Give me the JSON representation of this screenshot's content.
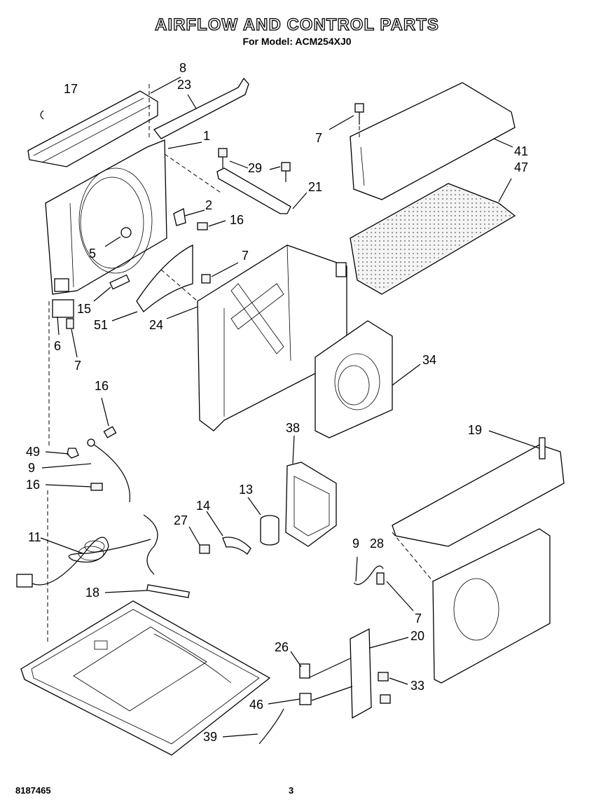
{
  "title": "AIRFLOW AND CONTROL PARTS",
  "subtitle": "For Model: ACM254XJ0",
  "footer": {
    "doc_number": "8187465",
    "page_number": "3"
  },
  "callouts": {
    "c8": "8",
    "c23": "23",
    "c17": "17",
    "c1": "1",
    "c29": "29",
    "c21": "21",
    "c7a": "7",
    "c41": "41",
    "c47": "47",
    "c2": "2",
    "c16a": "16",
    "c5": "5",
    "c7b": "7",
    "c15": "15",
    "c51": "51",
    "c24": "24",
    "c6": "6",
    "c7c": "7",
    "c34": "34",
    "c16b": "16",
    "c49": "49",
    "c9a": "9",
    "c16c": "16",
    "c38": "38",
    "c19": "19",
    "c13": "13",
    "c14": "14",
    "c27": "27",
    "c11": "11",
    "c9b": "9",
    "c28": "28",
    "c18": "18",
    "c7d": "7",
    "c20": "20",
    "c26": "26",
    "c33": "33",
    "c46": "46",
    "c39": "39"
  }
}
